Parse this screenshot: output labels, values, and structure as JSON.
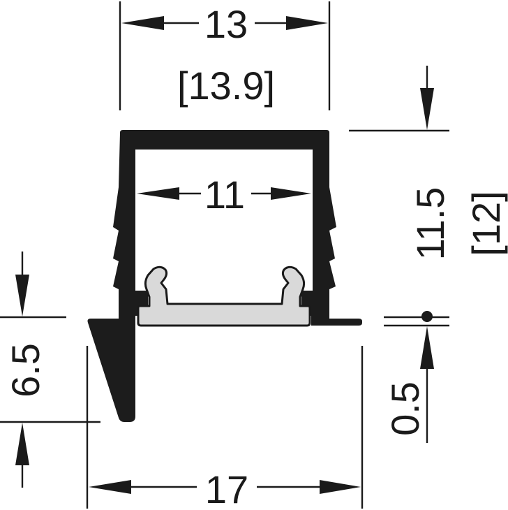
{
  "diagram": {
    "type": "technical cross-section drawing",
    "subject": "aluminium LED profile with diffuser clip, recessed mounting",
    "colors": {
      "profile": "#1c1c1c",
      "diffuser": "#d9d9d9",
      "lines": "#1a1a1a",
      "background": "#ffffff"
    },
    "dimensions": {
      "top_width": {
        "value": "13",
        "alt": "[13.9]"
      },
      "inner_width": {
        "value": "11"
      },
      "height": {
        "value": "11.5",
        "alt": "[12]"
      },
      "flange_depth": {
        "value": "6.5"
      },
      "lip_thickness": {
        "value": "0.5"
      },
      "overall_width": {
        "value": "17"
      }
    }
  }
}
